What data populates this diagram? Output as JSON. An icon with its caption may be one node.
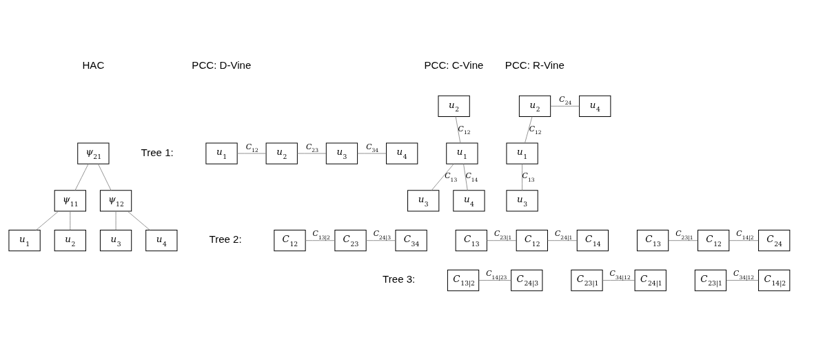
{
  "diagram": {
    "nodes": [
      {
        "text": [
          "*ψ*$_{21}$"
        ]
      },
      {
        "text": [
          "*ψ*$_{11}$"
        ]
      },
      {
        "text": [
          "*ψ*$_{12}$"
        ]
      },
      {
        "text": [
          "*u*$_{1}$"
        ]
      },
      {
        "text": [
          "*u*$_{2}$"
        ]
      },
      {
        "text": [
          "*u*$_{3}$"
        ]
      },
      {
        "text": [
          "*u*$_{4}$"
        ]
      },
      {
        "text": [
          "*u*$_{1}$"
        ]
      },
      {
        "text": [
          "*u*$_{2}$"
        ]
      },
      {
        "text": [
          "*u*$_{3}$"
        ]
      },
      {
        "text": [
          "*u*$_{4}$"
        ]
      },
      {
        "text": [
          "*u*$_{2}$"
        ]
      },
      {
        "text": [
          "*u*$_{1}$"
        ]
      },
      {
        "text": [
          "*u*$_{3}$"
        ]
      },
      {
        "text": [
          "*u*$_{4}$"
        ]
      },
      {
        "text": [
          "*u*$_{1}$"
        ]
      },
      {
        "text": [
          "*u*$_{2}$"
        ]
      },
      {
        "text": [
          "*u*$_{4}$"
        ]
      },
      {
        "text": [
          "*u*$_{3}$"
        ]
      },
      {
        "text": [
          "*C*$_{12}$"
        ]
      },
      {
        "text": [
          "*C*$_{23}$"
        ]
      },
      {
        "text": [
          "*C*$_{34}$"
        ]
      },
      {
        "text": [
          "*C*$_{13}$"
        ]
      },
      {
        "text": [
          "*C*$_{12}$"
        ]
      },
      {
        "text": [
          "*C*$_{14}$"
        ]
      },
      {
        "text": [
          "*C*$_{13}$"
        ]
      },
      {
        "text": [
          "*C*$_{12}$"
        ]
      },
      {
        "text": [
          "*C*$_{24}$"
        ]
      },
      {
        "text": [
          "*C*$_{13|2}$"
        ]
      },
      {
        "text": [
          "*C*$_{24|3}$"
        ]
      },
      {
        "text": [
          "*C*$_{23|1}$"
        ]
      },
      {
        "text": [
          "*C*$_{24|1}$"
        ]
      },
      {
        "text": [
          "*C*$_{23|1}$"
        ]
      },
      {
        "text": [
          "*C*$_{14|2}$"
        ]
      }
    ],
    "edges": [
      {
        "from": 0,
        "to": 1,
        "arrow": "none"
      },
      {
        "from": 0,
        "to": 2,
        "arrow": "none"
      },
      {
        "from": 1,
        "to": 3,
        "arrow": "none"
      },
      {
        "from": 1,
        "to": 4,
        "arrow": "none"
      },
      {
        "from": 2,
        "to": 5,
        "arrow": "none"
      },
      {
        "from": 2,
        "to": 6,
        "arrow": "none"
      },
      {
        "from": 7,
        "to": 8,
        "arrow": "none",
        "label": "*C*$_{12}$"
      },
      {
        "from": 8,
        "to": 9,
        "arrow": "none",
        "label": "*C*$_{23}$"
      },
      {
        "from": 9,
        "to": 10,
        "arrow": "none",
        "label": "*C*$_{34}$"
      },
      {
        "from": 11,
        "to": 12,
        "arrow": "none",
        "label": "*C*$_{12}$"
      },
      {
        "from": 12,
        "to": 13,
        "arrow": "none",
        "label": "*C*$_{13}$"
      },
      {
        "from": 12,
        "to": 14,
        "arrow": "none",
        "label": "*C*$_{14}$"
      },
      {
        "from": 15,
        "to": 16,
        "arrow": "none",
        "label": "*C*$_{12}$"
      },
      {
        "from": 16,
        "to": 17,
        "arrow": "none",
        "label": "*C*$_{24}$"
      },
      {
        "from": 15,
        "to": 18,
        "arrow": "none",
        "label": "*C*$_{13}$"
      },
      {
        "from": 19,
        "to": 20,
        "arrow": "none",
        "label": "*C*$_{13|2}$"
      },
      {
        "from": 20,
        "to": 21,
        "arrow": "none",
        "label": "*C*$_{24|3}$"
      },
      {
        "from": 22,
        "to": 23,
        "arrow": "none",
        "label": "*C*$_{23|1}$"
      },
      {
        "from": 23,
        "to": 24,
        "arrow": "none",
        "label": "*C*$_{24|1}$"
      },
      {
        "from": 25,
        "to": 26,
        "arrow": "none",
        "label": "*C*$_{23|1}$"
      },
      {
        "from": 26,
        "to": 27,
        "arrow": "none",
        "label": "*C*$_{14|2}$"
      },
      {
        "from": 28,
        "to": 29,
        "arrow": "none",
        "label": "*C*$_{14|23}$"
      },
      {
        "from": 30,
        "to": 31,
        "arrow": "none",
        "label": "*C*$_{34|12}$"
      },
      {
        "from": 32,
        "to": 33,
        "arrow": "none",
        "label": "*C*$_{34|12}$"
      }
    ],
    "labels": [
      "HAC",
      "PCC: D-Vine",
      "PCC: C-Vine",
      "PCC: R-Vine",
      "Tree 1:",
      "Tree 2:",
      "Tree 3:"
    ]
  }
}
